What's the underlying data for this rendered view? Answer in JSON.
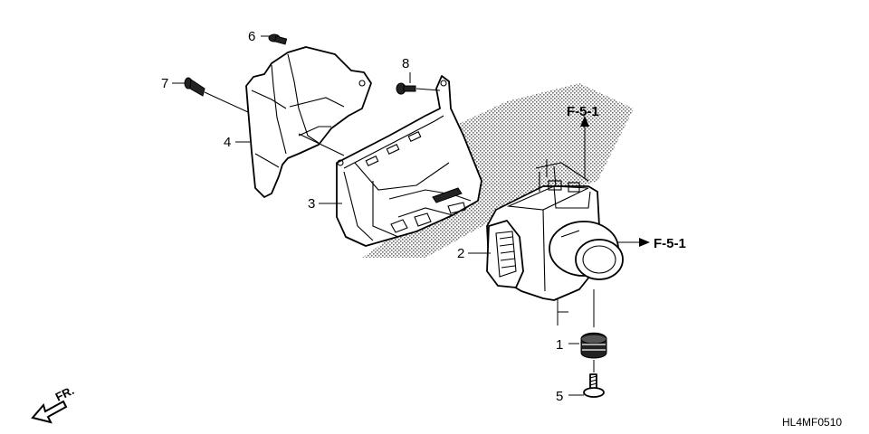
{
  "diagram_code": "HL4MF0510",
  "direction_label": "FR.",
  "references": [
    {
      "id": "ref-upper",
      "label": "F-5-1"
    },
    {
      "id": "ref-right",
      "label": "F-5-1"
    }
  ],
  "callouts": [
    {
      "num": "1"
    },
    {
      "num": "2"
    },
    {
      "num": "3"
    },
    {
      "num": "4"
    },
    {
      "num": "5"
    },
    {
      "num": "6"
    },
    {
      "num": "7"
    },
    {
      "num": "8"
    }
  ]
}
